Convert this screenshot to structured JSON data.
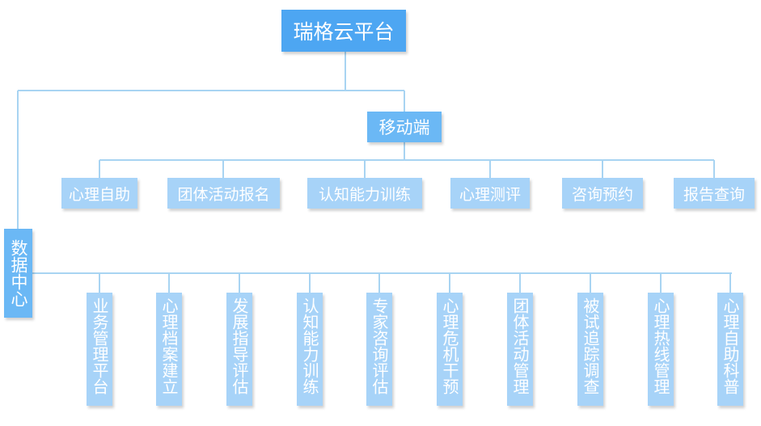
{
  "root": {
    "label": "瑞格云平台"
  },
  "mobile": {
    "label": "移动端",
    "children": [
      "心理自助",
      "团体活动报名",
      "认知能力训练",
      "心理测评",
      "咨询预约",
      "报告查询"
    ]
  },
  "data_center": {
    "label": "数据中心",
    "children": [
      "业务管理平台",
      "心理档案建立",
      "发展指导评估",
      "认知能力训练",
      "专家咨询评估",
      "心理危机干预",
      "团体活动管理",
      "被试追踪调查",
      "心理热线管理",
      "心理自助科普"
    ]
  },
  "colors": {
    "line": "#a8d4f2",
    "root": "#4da6f2",
    "mid": "#6bb8f5",
    "leaf": "#a7d3f8"
  }
}
